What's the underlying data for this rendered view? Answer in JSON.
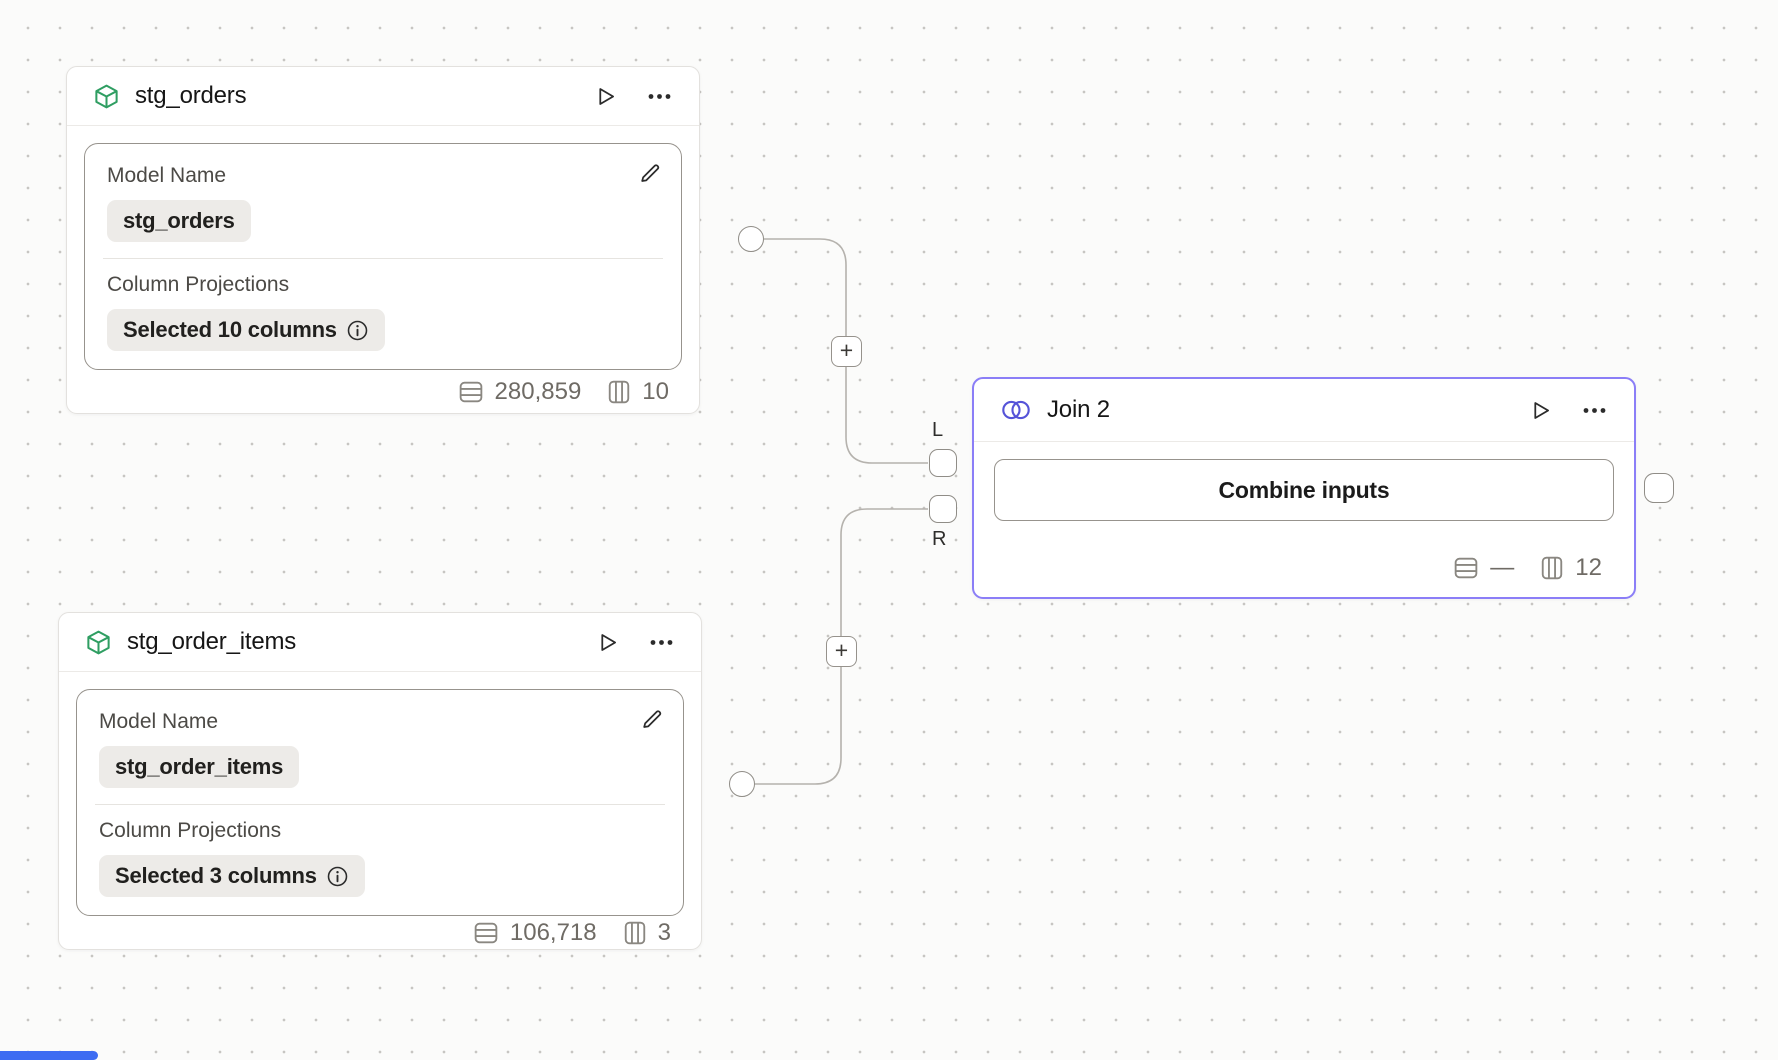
{
  "nodes": {
    "stg_orders": {
      "title": "stg_orders",
      "model_name_label": "Model Name",
      "model_name_value": "stg_orders",
      "projections_label": "Column Projections",
      "projections_value": "Selected 10 columns",
      "row_count": "280,859",
      "column_count": "10"
    },
    "stg_order_items": {
      "title": "stg_order_items",
      "model_name_label": "Model Name",
      "model_name_value": "stg_order_items",
      "projections_label": "Column Projections",
      "projections_value": "Selected 3 columns",
      "row_count": "106,718",
      "column_count": "3"
    },
    "join2": {
      "title": "Join 2",
      "combine_button_label": "Combine inputs",
      "row_count": "—",
      "column_count": "12",
      "left_port_label": "L",
      "right_port_label": "R"
    }
  },
  "edges": {
    "plus_button_label": "+"
  },
  "colors": {
    "selected_node_border": "#8b7ef7",
    "model_icon_green": "#2f9e62",
    "join_icon_purple": "#5553d8",
    "edge_gray": "#b5b2ad",
    "scrollbar_blue": "#3e6cf2"
  }
}
